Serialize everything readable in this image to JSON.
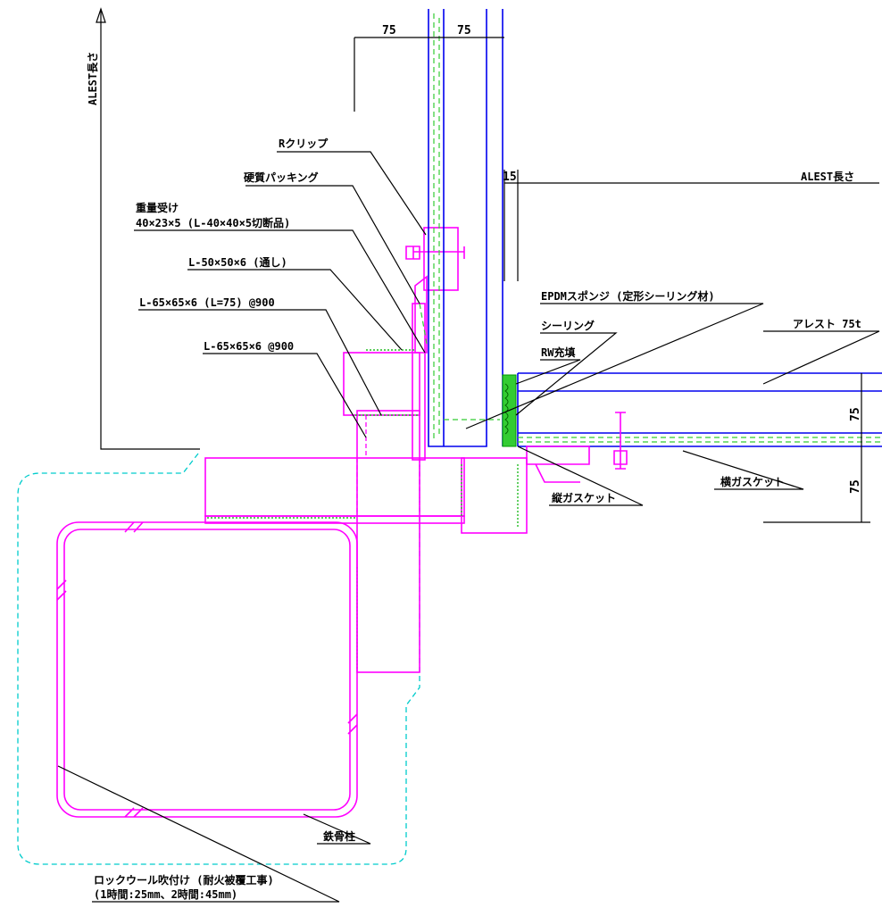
{
  "labels": {
    "r_clip": "Rクリップ",
    "hard_packing": "硬質パッキング",
    "weight_receiver": "重量受け",
    "weight_receiver_spec": "40×23×5 (L-40×40×5切断品)",
    "angle_50": "L-50×50×6 (通し)",
    "angle_65_l75": "L-65×65×6 (L=75) @900",
    "angle_65": "L-65×65×6 @900",
    "epdm": "EPDMスポンジ (定形シーリング材)",
    "sealing": "シーリング",
    "rw_fill": "RW充填",
    "alc_75t": "アレスト 75t",
    "horizontal_gasket": "横ガスケット",
    "vertical_gasket": "縦ガスケット",
    "steel_column": "鉄骨柱",
    "rockwool": "ロックウール吹付け (耐火被覆工事)",
    "rockwool_spec": "(1時間:25mm、2時間:45mm)",
    "alest_length_v": "ALEST長さ",
    "alest_length_h": "ALEST長さ"
  },
  "dimensions": {
    "top_left": "75",
    "top_right": "75",
    "joint": "15",
    "right_upper": "75",
    "right_lower": "75"
  },
  "colors": {
    "steel": "#ff00ff",
    "panel": "#0000ee",
    "gasket": "#33cc33",
    "fireproofing": "#00cccc",
    "dimension": "#000000"
  }
}
